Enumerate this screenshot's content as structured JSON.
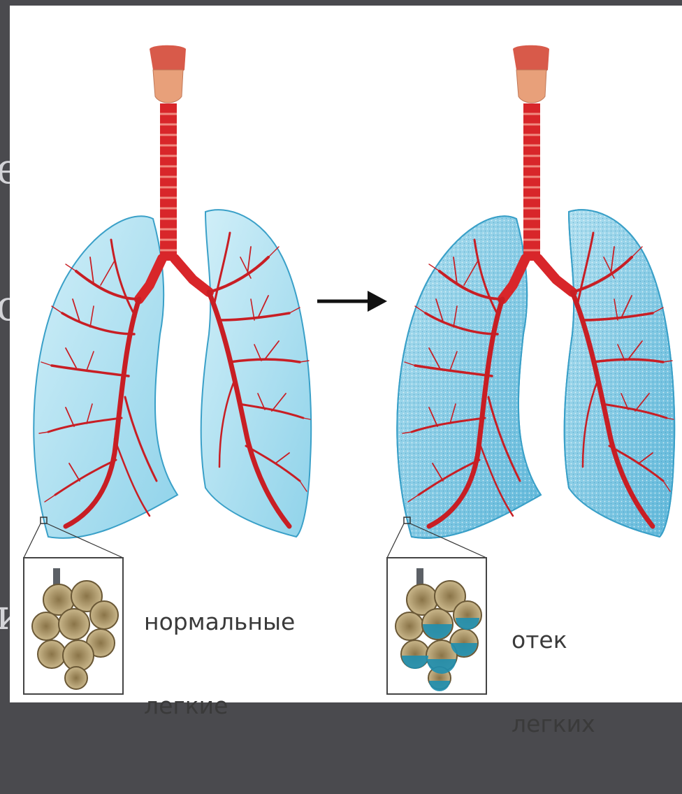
{
  "background": {
    "slide_color": "#4a4a4e",
    "panel_color": "#ffffff"
  },
  "left_margin_glyphs": [
    "е",
    "о",
    "и"
  ],
  "colors": {
    "lung_fill": "#a8dff0",
    "lung_stroke": "#3aa0c8",
    "airway": "#d8262a",
    "airway_dark": "#9a1416",
    "larynx": "#e8a07a",
    "edema_fluid": "#1f8fb0",
    "alveoli": "#b8a070"
  },
  "panels": [
    {
      "id": "normal",
      "caption_lines": [
        "нормальные",
        "легкие"
      ]
    },
    {
      "id": "edema",
      "caption_lines": [
        "отек",
        "легких"
      ]
    }
  ],
  "arrow": {
    "direction": "right"
  }
}
